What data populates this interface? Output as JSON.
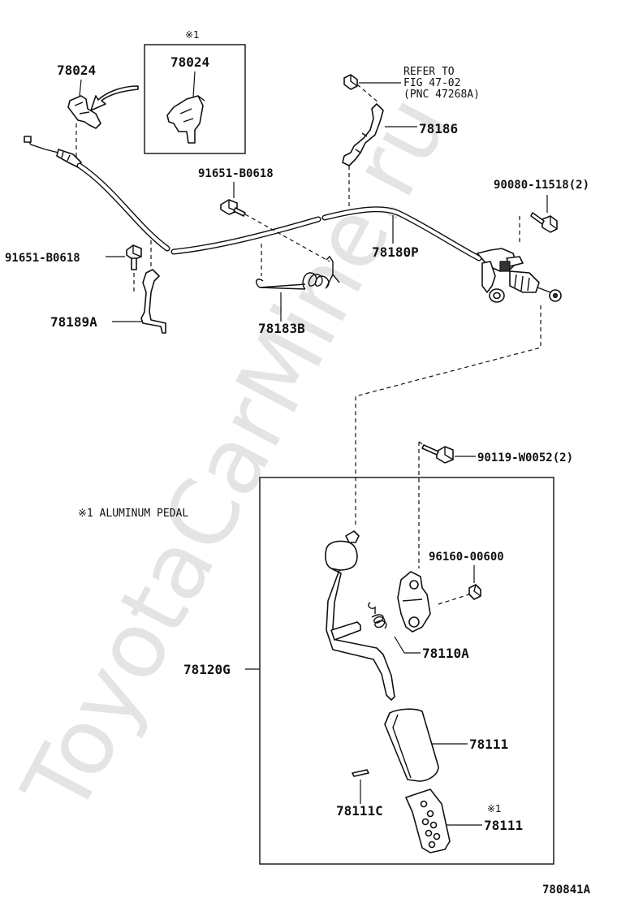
{
  "watermark": "ToyotaCarMine.ru",
  "inset": {
    "mark": "※1",
    "label": "78024"
  },
  "note": {
    "aluminum_pedal": "※1 ALUMINUM PEDAL"
  },
  "refer": {
    "line1": "REFER TO",
    "line2": "FIG 47-02",
    "line3": "(PNC 47268A)"
  },
  "parts": {
    "p78024": "78024",
    "p78186": "78186",
    "p91651_top": "91651-B0618",
    "p90080": "90080-11518(2)",
    "p91651_left": "91651-B0618",
    "p78180P": "78180P",
    "p78189A": "78189A",
    "p78183B": "78183B",
    "p90119": "90119-W0052(2)",
    "p96160": "96160-00600",
    "p78110A": "78110A",
    "p78120G": "78120G",
    "p78111": "78111",
    "p78111C": "78111C",
    "p78111_alt_mark": "※1",
    "p78111_alt": "78111"
  },
  "figure_id": "780841A"
}
